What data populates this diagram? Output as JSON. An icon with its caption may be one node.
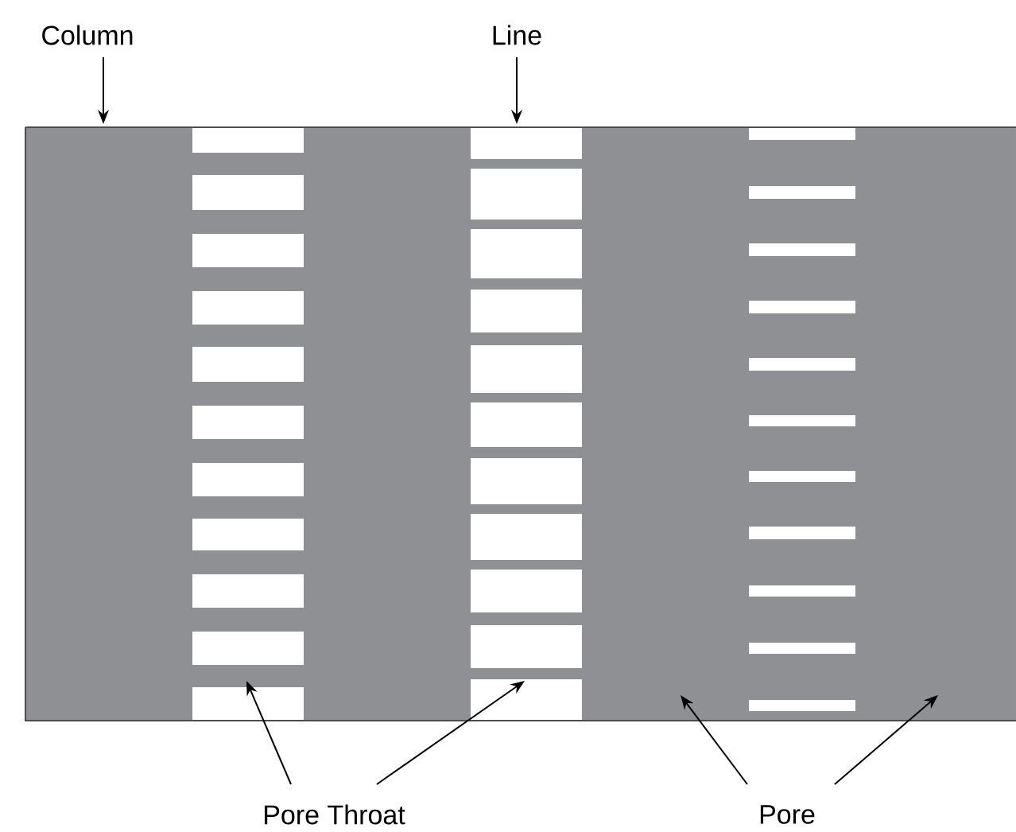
{
  "diagram": {
    "nodes": [
      {
        "text": [
          "Column"
        ]
      },
      {
        "text": [
          "Line"
        ]
      },
      {
        "text": [
          "Pore Throat"
        ]
      },
      {
        "text": [
          "Pore"
        ]
      }
    ],
    "edges": [
      {
        "from": 0,
        "to": null,
        "arrow": "to"
      },
      {
        "from": 1,
        "to": null,
        "arrow": "to"
      },
      {
        "from": 2,
        "to": null,
        "arrow": "to"
      },
      {
        "from": 2,
        "to": null,
        "arrow": "to"
      },
      {
        "from": 3,
        "to": null,
        "arrow": "to"
      },
      {
        "from": 3,
        "to": null,
        "arrow": "to"
      }
    ]
  }
}
